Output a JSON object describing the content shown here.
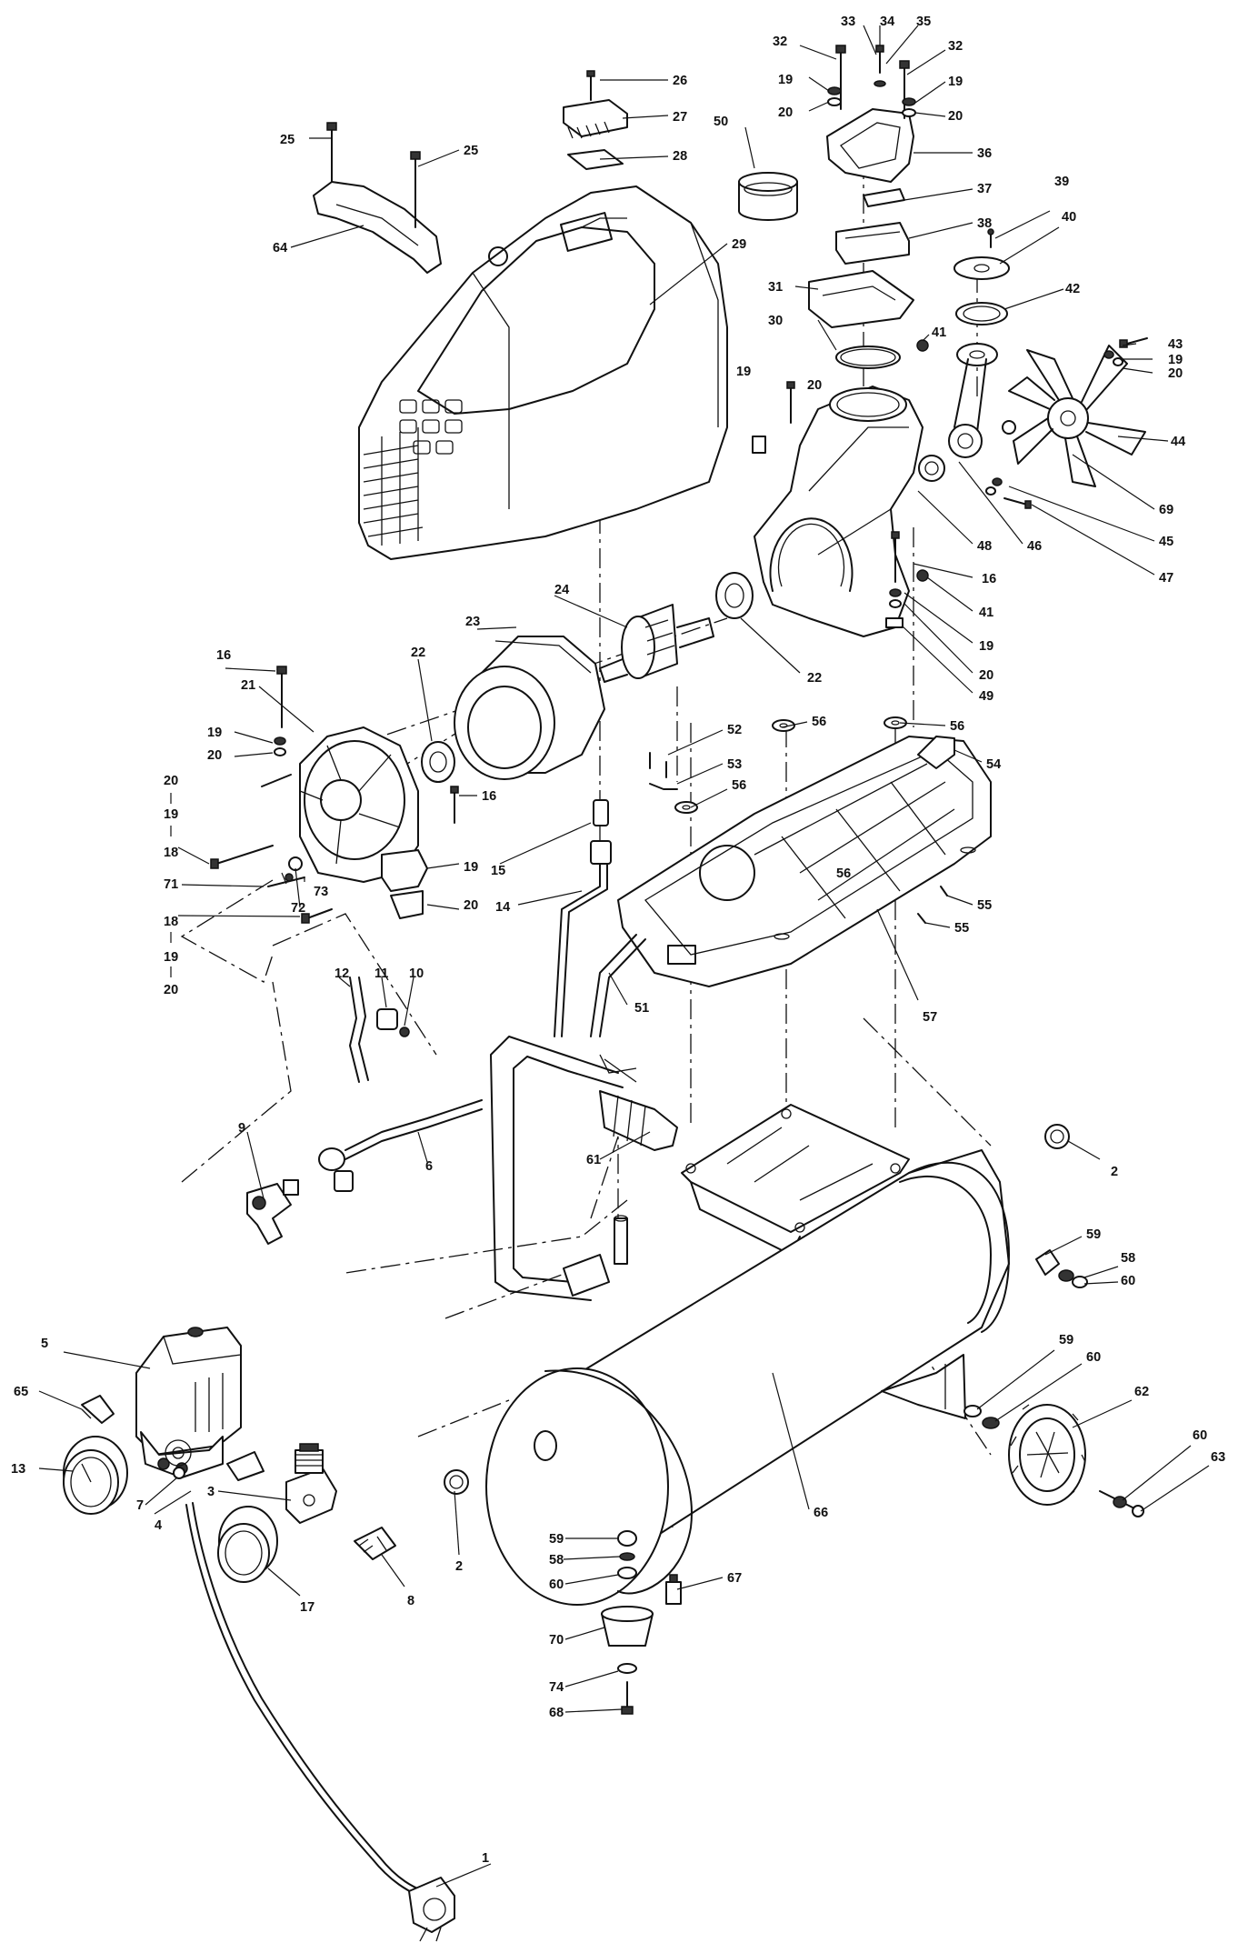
{
  "part_labels": [
    {
      "id": "p1",
      "text": "1"
    },
    {
      "id": "p2a",
      "text": "2"
    },
    {
      "id": "p2b",
      "text": "2"
    },
    {
      "id": "p3",
      "text": "3"
    },
    {
      "id": "p4",
      "text": "4"
    },
    {
      "id": "p5",
      "text": "5"
    },
    {
      "id": "p6",
      "text": "6"
    },
    {
      "id": "p7",
      "text": "7"
    },
    {
      "id": "p8",
      "text": "8"
    },
    {
      "id": "p9",
      "text": "9"
    },
    {
      "id": "p10",
      "text": "10"
    },
    {
      "id": "p11",
      "text": "11"
    },
    {
      "id": "p12",
      "text": "12"
    },
    {
      "id": "p13",
      "text": "13"
    },
    {
      "id": "p14",
      "text": "14"
    },
    {
      "id": "p15",
      "text": "15"
    },
    {
      "id": "p16a",
      "text": "16"
    },
    {
      "id": "p16b",
      "text": "16"
    },
    {
      "id": "p16c",
      "text": "16"
    },
    {
      "id": "p17",
      "text": "17"
    },
    {
      "id": "p18a",
      "text": "18"
    },
    {
      "id": "p18b",
      "text": "18"
    },
    {
      "id": "p19a",
      "text": "19"
    },
    {
      "id": "p19b",
      "text": "19"
    },
    {
      "id": "p19c",
      "text": "19"
    },
    {
      "id": "p19d",
      "text": "19"
    },
    {
      "id": "p19e",
      "text": "19"
    },
    {
      "id": "p19f",
      "text": "19"
    },
    {
      "id": "p19g",
      "text": "19"
    },
    {
      "id": "p19h",
      "text": "19"
    },
    {
      "id": "p19i",
      "text": "19"
    },
    {
      "id": "p20a",
      "text": "20"
    },
    {
      "id": "p20b",
      "text": "20"
    },
    {
      "id": "p20c",
      "text": "20"
    },
    {
      "id": "p20d",
      "text": "20"
    },
    {
      "id": "p20e",
      "text": "20"
    },
    {
      "id": "p20f",
      "text": "20"
    },
    {
      "id": "p20g",
      "text": "20"
    },
    {
      "id": "p20h",
      "text": "20"
    },
    {
      "id": "p20i",
      "text": "20"
    },
    {
      "id": "p21",
      "text": "21"
    },
    {
      "id": "p22a",
      "text": "22"
    },
    {
      "id": "p22b",
      "text": "22"
    },
    {
      "id": "p23",
      "text": "23"
    },
    {
      "id": "p24",
      "text": "24"
    },
    {
      "id": "p25a",
      "text": "25"
    },
    {
      "id": "p25b",
      "text": "25"
    },
    {
      "id": "p26",
      "text": "26"
    },
    {
      "id": "p27",
      "text": "27"
    },
    {
      "id": "p28",
      "text": "28"
    },
    {
      "id": "p29",
      "text": "29"
    },
    {
      "id": "p30",
      "text": "30"
    },
    {
      "id": "p31",
      "text": "31"
    },
    {
      "id": "p32a",
      "text": "32"
    },
    {
      "id": "p32b",
      "text": "32"
    },
    {
      "id": "p33",
      "text": "33"
    },
    {
      "id": "p34",
      "text": "34"
    },
    {
      "id": "p35",
      "text": "35"
    },
    {
      "id": "p36",
      "text": "36"
    },
    {
      "id": "p37",
      "text": "37"
    },
    {
      "id": "p38",
      "text": "38"
    },
    {
      "id": "p39",
      "text": "39"
    },
    {
      "id": "p40",
      "text": "40"
    },
    {
      "id": "p41a",
      "text": "41"
    },
    {
      "id": "p41b",
      "text": "41"
    },
    {
      "id": "p42",
      "text": "42"
    },
    {
      "id": "p43",
      "text": "43"
    },
    {
      "id": "p44",
      "text": "44"
    },
    {
      "id": "p45",
      "text": "45"
    },
    {
      "id": "p46",
      "text": "46"
    },
    {
      "id": "p47",
      "text": "47"
    },
    {
      "id": "p48",
      "text": "48"
    },
    {
      "id": "p49",
      "text": "49"
    },
    {
      "id": "p50",
      "text": "50"
    },
    {
      "id": "p51",
      "text": "51"
    },
    {
      "id": "p52",
      "text": "52"
    },
    {
      "id": "p53",
      "text": "53"
    },
    {
      "id": "p54",
      "text": "54"
    },
    {
      "id": "p55a",
      "text": "55"
    },
    {
      "id": "p55b",
      "text": "55"
    },
    {
      "id": "p56a",
      "text": "56"
    },
    {
      "id": "p56b",
      "text": "56"
    },
    {
      "id": "p56c",
      "text": "56"
    },
    {
      "id": "p56d",
      "text": "56"
    },
    {
      "id": "p57",
      "text": "57"
    },
    {
      "id": "p58a",
      "text": "58"
    },
    {
      "id": "p58b",
      "text": "58"
    },
    {
      "id": "p59a",
      "text": "59"
    },
    {
      "id": "p59b",
      "text": "59"
    },
    {
      "id": "p59c",
      "text": "59"
    },
    {
      "id": "p60a",
      "text": "60"
    },
    {
      "id": "p60b",
      "text": "60"
    },
    {
      "id": "p60c",
      "text": "60"
    },
    {
      "id": "p60d",
      "text": "60"
    },
    {
      "id": "p61",
      "text": "61"
    },
    {
      "id": "p62",
      "text": "62"
    },
    {
      "id": "p63",
      "text": "63"
    },
    {
      "id": "p64",
      "text": "64"
    },
    {
      "id": "p65",
      "text": "65"
    },
    {
      "id": "p66",
      "text": "66"
    },
    {
      "id": "p67",
      "text": "67"
    },
    {
      "id": "p68",
      "text": "68"
    },
    {
      "id": "p69",
      "text": "69"
    },
    {
      "id": "p70",
      "text": "70"
    },
    {
      "id": "p71",
      "text": "71"
    },
    {
      "id": "p72",
      "text": "72"
    },
    {
      "id": "p73",
      "text": "73"
    },
    {
      "id": "p74",
      "text": "74"
    }
  ]
}
